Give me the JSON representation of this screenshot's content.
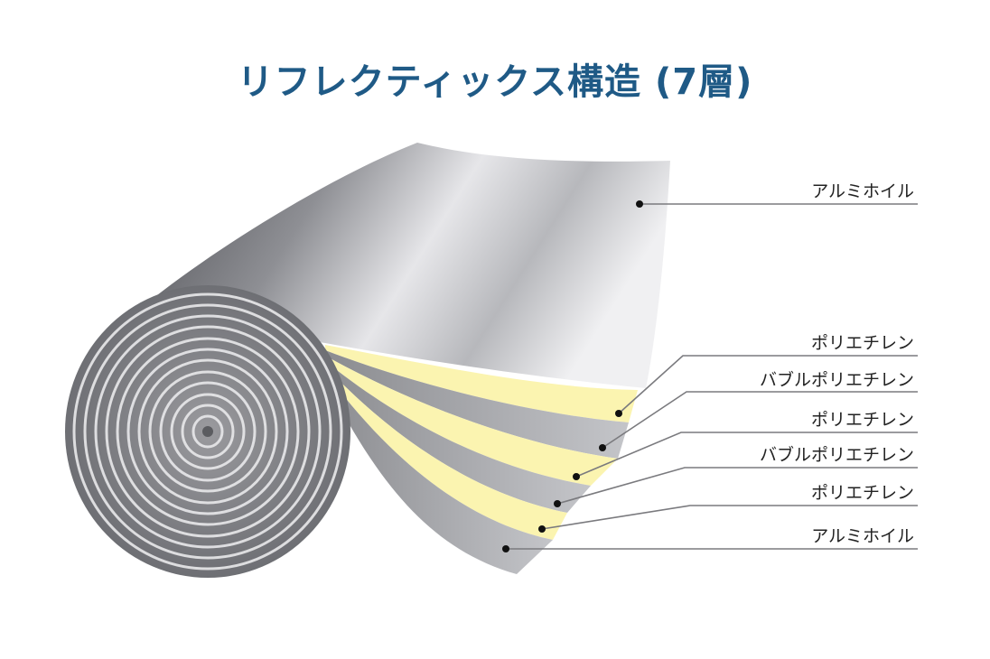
{
  "title": "リフレクティックス構造 (7層)",
  "layers": [
    {
      "label": "アルミホイル",
      "material": "foil"
    },
    {
      "label": "ポリエチレン",
      "material": "poly"
    },
    {
      "label": "バブルポリエチレン",
      "material": "bubble"
    },
    {
      "label": "ポリエチレン",
      "material": "poly"
    },
    {
      "label": "バブルポリエチレン",
      "material": "bubble"
    },
    {
      "label": "ポリエチレン",
      "material": "poly"
    },
    {
      "label": "アルミホイル",
      "material": "foil"
    }
  ],
  "colors": {
    "title": "#1f5a86",
    "foil_dark": "#55565a",
    "foil_light": "#d9d9dc",
    "polyethylene": "#fbf4b0"
  }
}
